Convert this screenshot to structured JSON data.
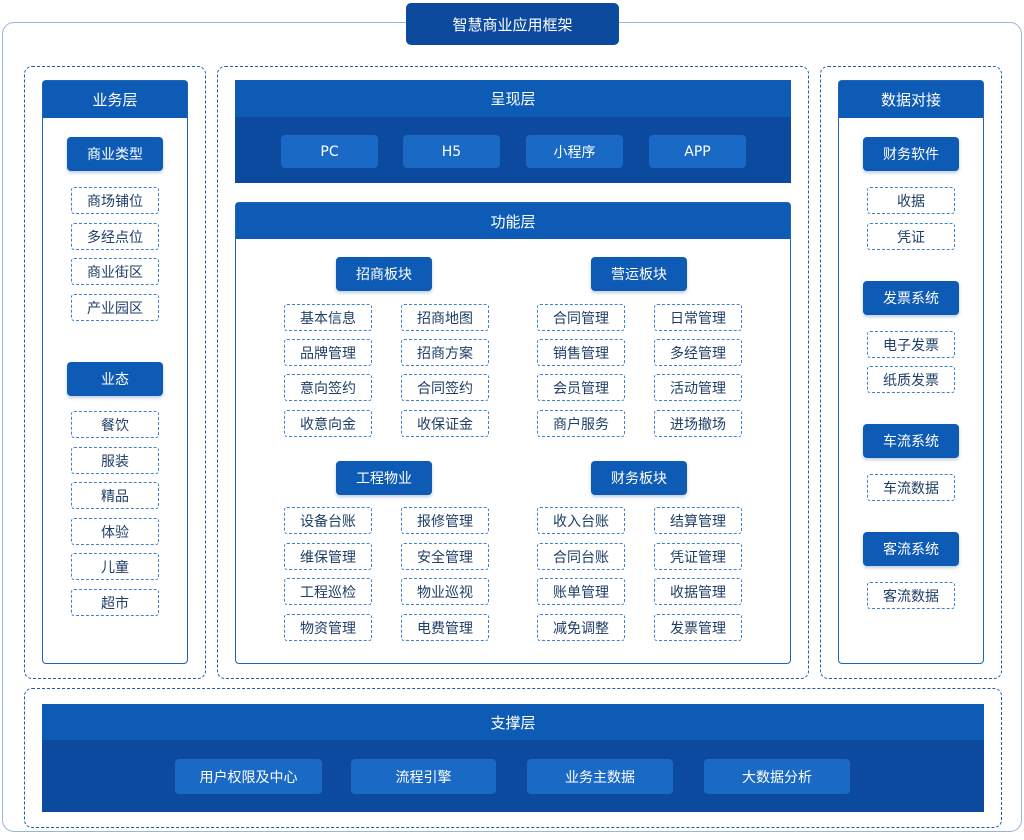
{
  "title": "智慧商业应用框架",
  "business_layer": {
    "header": "业务层",
    "groups": [
      {
        "label": "商业类型",
        "items": [
          "商场铺位",
          "多经点位",
          "商业街区",
          "产业园区"
        ]
      },
      {
        "label": "业态",
        "items": [
          "餐饮",
          "服装",
          "精品",
          "体验",
          "儿童",
          "超市"
        ]
      }
    ]
  },
  "presentation_layer": {
    "header": "呈现层",
    "items": [
      "PC",
      "H5",
      "小程序",
      "APP"
    ]
  },
  "function_layer": {
    "header": "功能层",
    "modules": [
      {
        "label": "招商板块",
        "items": [
          "基本信息",
          "招商地图",
          "品牌管理",
          "招商方案",
          "意向签约",
          "合同签约",
          "收意向金",
          "收保证金"
        ]
      },
      {
        "label": "营运板块",
        "items": [
          "合同管理",
          "日常管理",
          "销售管理",
          "多经管理",
          "会员管理",
          "活动管理",
          "商户服务",
          "进场撤场"
        ]
      },
      {
        "label": "工程物业",
        "items": [
          "设备台账",
          "报修管理",
          "维保管理",
          "安全管理",
          "工程巡检",
          "物业巡视",
          "物资管理",
          "电费管理"
        ]
      },
      {
        "label": "财务板块",
        "items": [
          "收入台账",
          "结算管理",
          "合同台账",
          "凭证管理",
          "账单管理",
          "收据管理",
          "减免调整",
          "发票管理"
        ]
      }
    ]
  },
  "data_integration": {
    "header": "数据对接",
    "groups": [
      {
        "label": "财务软件",
        "items": [
          "收据",
          "凭证"
        ]
      },
      {
        "label": "发票系统",
        "items": [
          "电子发票",
          "纸质发票"
        ]
      },
      {
        "label": "车流系统",
        "items": [
          "车流数据"
        ]
      },
      {
        "label": "客流系统",
        "items": [
          "客流数据"
        ]
      }
    ]
  },
  "support_layer": {
    "header": "支撑层",
    "items": [
      "用户权限及中心",
      "流程引擎",
      "业务主数据",
      "大数据分析"
    ]
  }
}
